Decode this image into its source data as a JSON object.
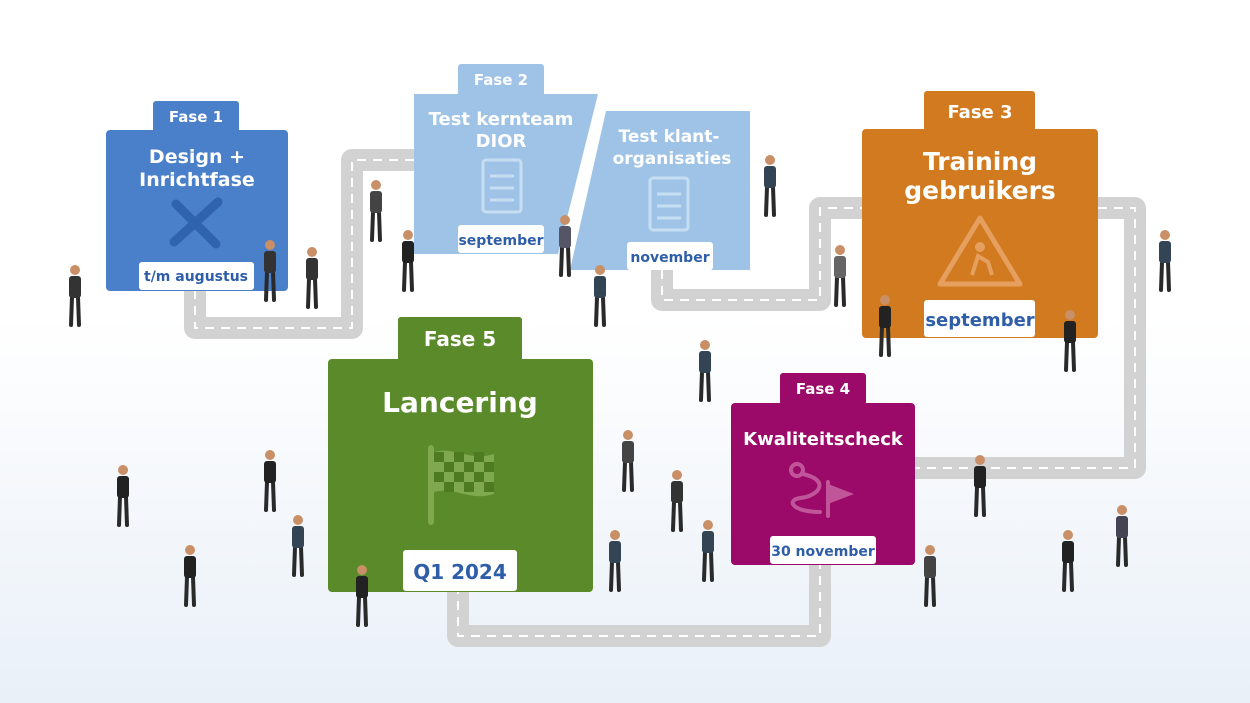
{
  "colors": {
    "fase1": "#4a7fc9",
    "fase2": "#9fc3e6",
    "fase3": "#d27a1f",
    "fase4": "#9b0a68",
    "fase5": "#5a8a2a",
    "date_text": "#2f5ea8",
    "road": "#d4d4d4"
  },
  "phases": {
    "fase1": {
      "tab": "Fase 1",
      "title": [
        "Design +",
        "Inrichtfase"
      ],
      "date": "t/m augustus",
      "icon": "tools-icon"
    },
    "fase2": {
      "tab": "Fase 2",
      "part1": {
        "title": [
          "Test kernteam",
          "DIOR"
        ],
        "date": "september",
        "icon": "checklist-icon"
      },
      "part2": {
        "title": [
          "Test klant-",
          "organisaties"
        ],
        "date": "november",
        "icon": "checklist-icon"
      }
    },
    "fase3": {
      "tab": "Fase 3",
      "title": [
        "Training",
        "gebruikers"
      ],
      "date": "september",
      "icon": "road-work-icon"
    },
    "fase4": {
      "tab": "Fase 4",
      "title": [
        "Kwaliteitscheck"
      ],
      "date": "30 november",
      "icon": "route-flag-icon"
    },
    "fase5": {
      "tab": "Fase 5",
      "title": [
        "Lancering"
      ],
      "date": "Q1 2024",
      "icon": "checkered-flag-icon"
    }
  }
}
